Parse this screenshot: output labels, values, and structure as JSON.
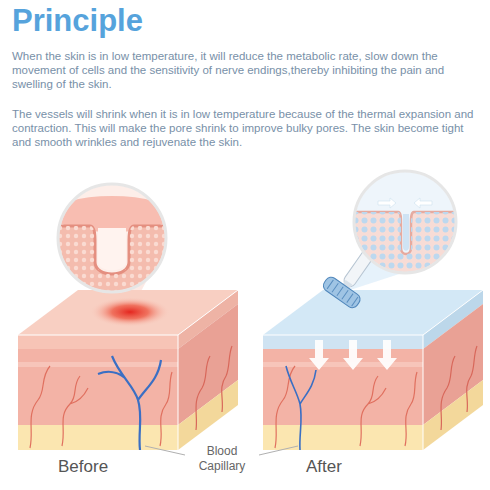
{
  "diagram": {
    "title": "Principle",
    "labels": [
      "When the skin is in low temperature, it will reduce the metabolic rate, slow down the movement of cells and the sensitivity of nerve endings,thereby inhibiting the pain and swelling of the skin.",
      "The vessels will shrink when it is in low temperature because of the thermal expansion and contraction. This will make the pore shrink to improve bulky pores. The skin become tight and smooth wrinkles and rejuvenate the skin.",
      "Before",
      "Blood Capillary",
      "After"
    ]
  }
}
